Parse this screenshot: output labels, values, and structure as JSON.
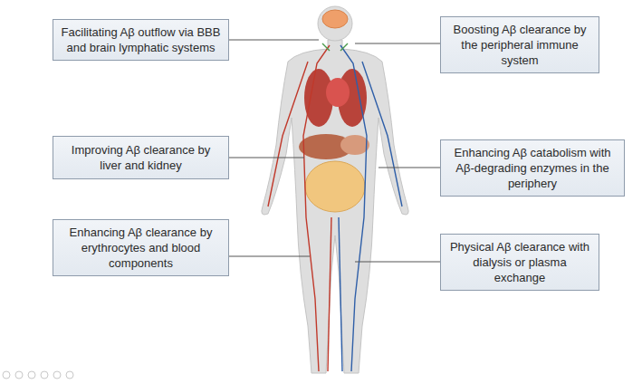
{
  "diagram": {
    "nodes": [
      {
        "text": [
          "Facilitating Aβ outflow via BBB and brain lymphatic systems"
        ]
      },
      {
        "text": [
          "Boosting Aβ clearance by the peripheral immune system"
        ]
      },
      {
        "text": [
          "Improving Aβ clearance by liver and kidney"
        ]
      },
      {
        "text": [
          "Enhancing Aβ catabolism with Aβ-degrading enzymes in the periphery"
        ]
      },
      {
        "text": [
          "Enhancing Aβ clearance by erythrocytes and blood components"
        ]
      },
      {
        "text": [
          "Physical Aβ clearance with dialysis or plasma exchange"
        ]
      }
    ]
  }
}
